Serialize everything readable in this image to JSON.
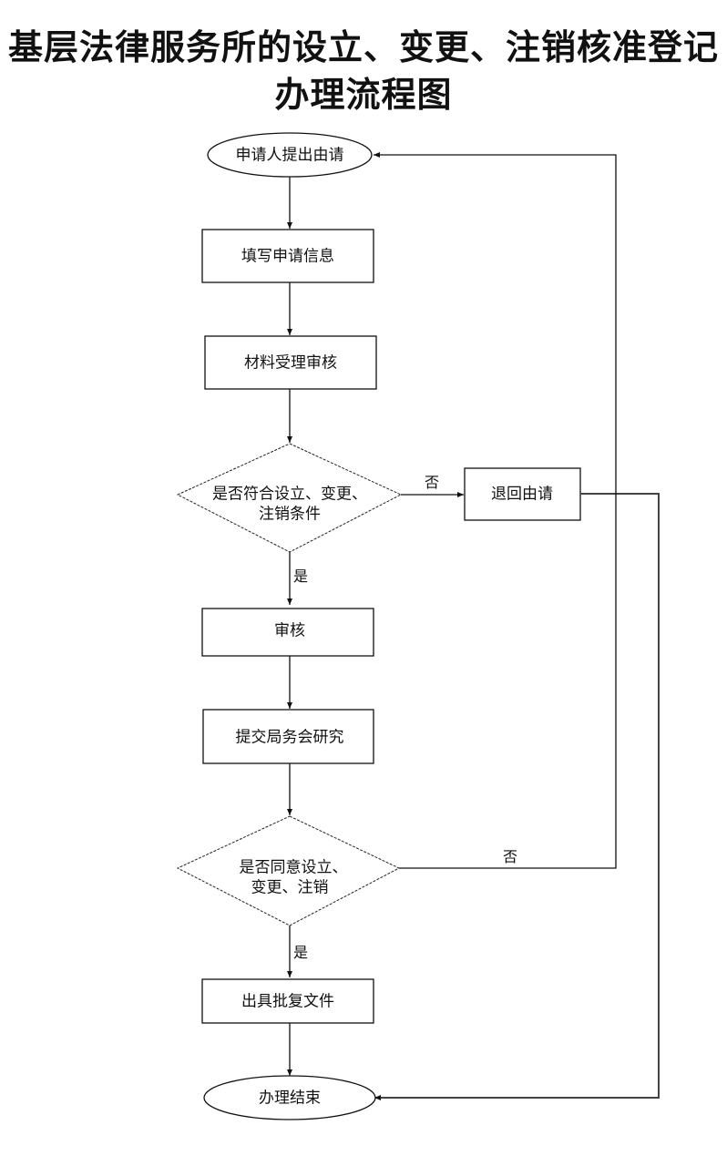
{
  "title": {
    "line1": "基层法律服务所的设立、变更、注销核准登记",
    "line2": "办理流程图"
  },
  "nodes": {
    "start": "申请人提出由请",
    "fill_info": "填写申请信息",
    "material_review": "材料受理审核",
    "decision1_line1": "是否符合设立、变更、",
    "decision1_line2": "注销条件",
    "return_application": "退回由请",
    "review": "审核",
    "submit_meeting": "提交局务会研究",
    "decision2_line1": "是否同意设立、",
    "decision2_line2": "变更、注销",
    "issue_approval": "出具批复文件",
    "end": "办理结束"
  },
  "edge_labels": {
    "d1_no": "否",
    "d1_yes": "是",
    "d2_no": "否",
    "d2_yes": "是"
  }
}
